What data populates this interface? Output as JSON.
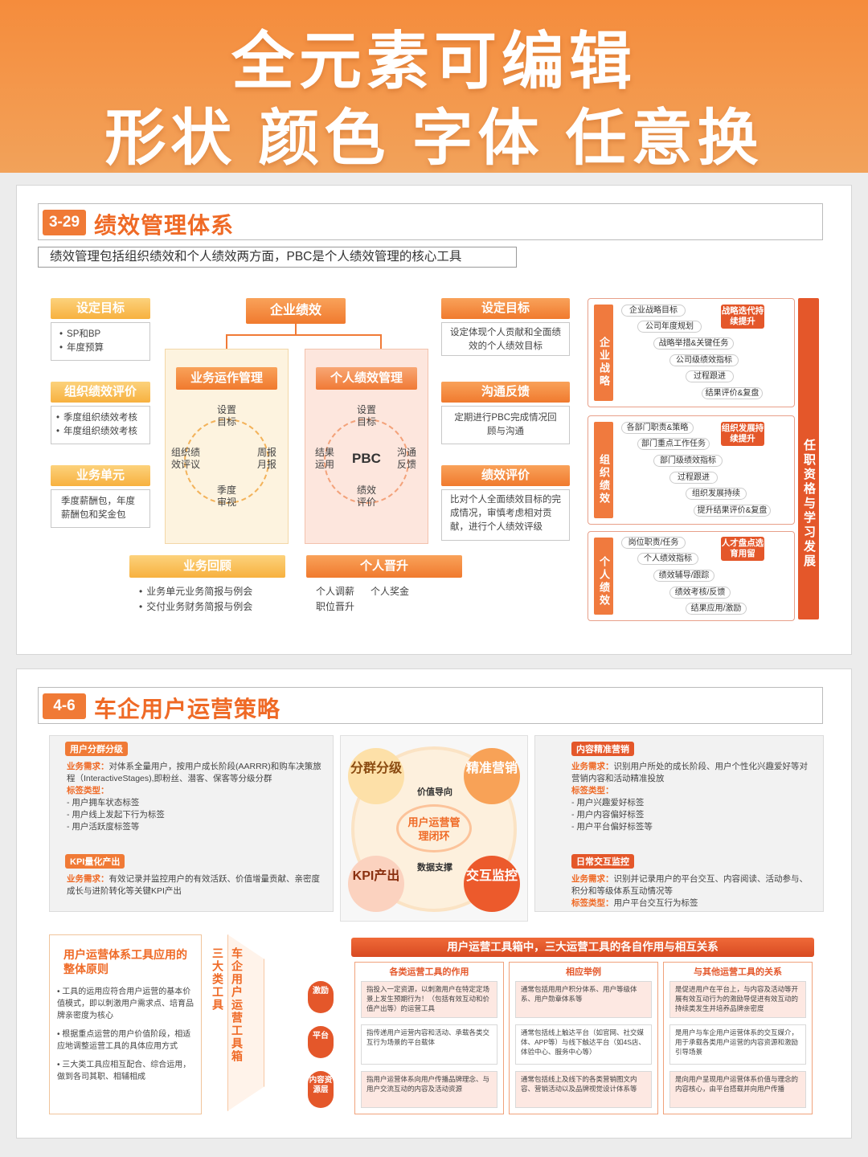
{
  "banner": {
    "line1": "全元素可编辑",
    "line2": "形状 颜色 字体 任意换"
  },
  "slide1": {
    "number": "3-29",
    "title": "绩效管理体系",
    "subtitle": "绩效管理包括组织绩效和个人绩效两方面，PBC是个人绩效管理的核心工具",
    "left_col": [
      {
        "label": "设定目标",
        "items": [
          "SP和BP",
          "年度预算"
        ]
      },
      {
        "label": "组织绩效评价",
        "items": [
          "季度组织绩效考核",
          "年度组织绩效考核"
        ]
      },
      {
        "label": "业务单元",
        "items": [
          "季度薪酬包，年度薪酬包和奖金包"
        ]
      }
    ],
    "center_top": "企业绩效",
    "biz_ops": {
      "label": "业务运作管理",
      "top": "设置目标",
      "left": "组织绩效评议",
      "right": "周报月报",
      "bottom": "季度审视"
    },
    "personal": {
      "label": "个人绩效管理",
      "center": "PBC",
      "top": "设置目标",
      "left": "结果运用",
      "right": "沟通反馈",
      "bottom": "绩效评价"
    },
    "bottom_left": {
      "label": "业务回顾",
      "items": [
        "业务单元业务简报与例会",
        "交付业务财务简报与例会"
      ]
    },
    "bottom_right": {
      "label": "个人晋升",
      "items": [
        "个人调薪",
        "个人奖金",
        "职位晋升"
      ]
    },
    "right_col": [
      {
        "label": "设定目标",
        "text": "设定体现个人贡献和全面绩效的个人绩效目标"
      },
      {
        "label": "沟通反馈",
        "text": "定期进行PBC完成情况回顾与沟通"
      },
      {
        "label": "绩效评价",
        "text": "比对个人全面绩效目标的完成情况，审慎考虑相对贡献，进行个人绩效评级"
      }
    ],
    "side_title": "任职资格与学习发展",
    "groups": [
      {
        "head": "企业战略",
        "tag": "战略迭代持续提升",
        "steps": [
          "企业战略目标",
          "公司年度规划",
          "战略举措&关键任务",
          "公司级绩效指标",
          "过程跟进",
          "结果评价&复盘"
        ]
      },
      {
        "head": "组织绩效",
        "tag": "组织发展持续提升",
        "steps": [
          "各部门职责&策略",
          "部门重点工作任务",
          "部门级绩效指标",
          "过程跟进",
          "组织发展持续",
          "提升结果评价&复盘"
        ]
      },
      {
        "head": "个人绩效",
        "tag": "人才盘点选育用留",
        "steps": [
          "岗位职责/任务",
          "个人绩效指标",
          "绩效辅导/跟踪",
          "绩效考核/反馈",
          "结果应用/激励"
        ]
      }
    ]
  },
  "slide2": {
    "number": "4-6",
    "title": "车企用户运营策略",
    "seg": {
      "label": "用户分群分级",
      "need_k": "业务需求：",
      "need": "对体系全量用户，按用户成长阶段(AARRR)和购车决策旅程（InteractiveStages),即粉丝、潜客、保客等分级分群",
      "type_k": "标签类型：",
      "types": [
        "用户拥车状态标签",
        "用户线上发起下行为标签",
        "用户活跃度标签等"
      ]
    },
    "kpi": {
      "label": "KPI量化产出",
      "need_k": "业务需求：",
      "need": "有效记录并监控用户的有效活跃、价值增量贡献、亲密度成长与进阶转化等关键KPI产出"
    },
    "content": {
      "label": "内容精准营销",
      "need_k": "业务需求：",
      "need": "识别用户所处的成长阶段、用户个性化兴趣爱好等对营销内容和活动精准投放",
      "type_k": "标签类型：",
      "types": [
        "用户兴趣爱好标签",
        "用户内容偏好标签",
        "用户平台偏好标签等"
      ]
    },
    "daily": {
      "label": "日常交互监控",
      "need_k": "业务需求：",
      "need": "识别并记录用户的平台交互、内容阅读、活动参与、积分和等级体系互动情况等",
      "type_k": "标签类型：",
      "type": "用户平台交互行为标签"
    },
    "cycle": {
      "tl": "分群分级",
      "tr": "精准营销",
      "bl": "KPI产出",
      "br": "交互监控",
      "top": "价值导向",
      "bottom": "数据支撑",
      "center": "用户运营管理闭环"
    },
    "principle": {
      "title": "用户运营体系工具应用的整体原则",
      "items": [
        "工具的运用应符合用户运营的基本价值模式，即以刺激用户需求点、培育品牌亲密度为核心",
        "根据重点运营的用户价值阶段，相适应地调整运营工具的具体应用方式",
        "三大类工具应相互配合、综合运用，做到各司其职、相辅相成"
      ]
    },
    "vert1": "三大类工具",
    "vert2": "车企用户运营工具箱",
    "table_title": "用户运营工具箱中，三大运营工具的各自作用与相互关系",
    "cols": [
      "各类运营工具的作用",
      "相应举例",
      "与其他运营工具的关系"
    ],
    "rows": [
      {
        "head": "激励",
        "c1": "指投入一定资源，以刺激用户在特定定场景上发生预期行为！（包括有效互动和价值产出等）的运营工具",
        "c2": "通常包括用用户积分体系、用户等级体系、用户勋章体系等",
        "c3": "是促进用户在平台上，与内容及活动等开展有效互动行为的激励导促进有效互动的持续类发生并培养品牌亲密度"
      },
      {
        "head": "平台",
        "c1": "指传递用户运营内容和活动、承载各类交互行为场景的平台载体",
        "c2": "通常包括线上触达平台（如官网、社交媒体、APP等）与线下触达平台（如4S店、体验中心、服务中心等）",
        "c3": "是用户与车企用户运营体系的交互媒介，用于承载各类用户运营的内容资源和激励引导场景"
      },
      {
        "head": "内容资源层",
        "c1": "指用户运营体系向用户传播品牌理念、与用户交流互动的内容及活动资源",
        "c2": "通常包括线上及线下的各类营销图文内容、营销活动以及品牌视觉设计体系等",
        "c3": "是向用户呈现用户运营体系价值与理念的内容核心，由平台搭载并向用户传播"
      }
    ]
  }
}
